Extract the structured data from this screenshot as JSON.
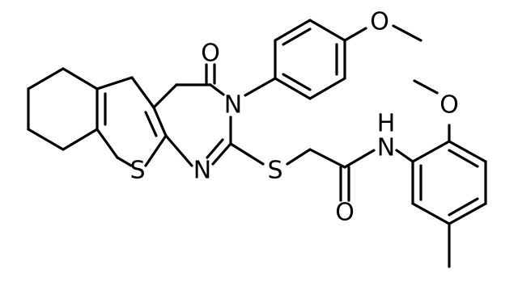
{
  "molecule": {
    "atom_labels": {
      "carbonyl_oxygen": "O",
      "ring_nitrogen_3": "N",
      "ring_nitrogen_1": "N",
      "thiophene_sulfur": "S",
      "thioether_sulfur": "S",
      "amide_nitrogen": "N",
      "amide_hydrogen": "H",
      "amide_oxygen": "O",
      "methoxy_oxygen_top": "O",
      "methoxy_oxygen_anilide": "O"
    }
  }
}
